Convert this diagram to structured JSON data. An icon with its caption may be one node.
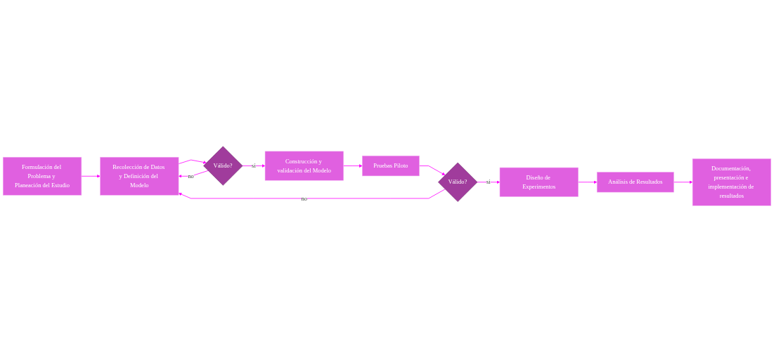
{
  "diagram": {
    "nodes": [
      {
        "text": [
          "Formulación del Problema y Planeación del Estudio"
        ]
      },
      {
        "text": [
          "Recolección de Datos y Definición del Modelo"
        ]
      },
      {
        "text": [
          "Válido?"
        ]
      },
      {
        "text": [
          "Construcción y validación del Modelo"
        ]
      },
      {
        "text": [
          "Pruebas Piloto"
        ]
      },
      {
        "text": [
          "Documentación, presentación e implementación de resultados"
        ]
      },
      {
        "text": [
          "Análisis de Resultados"
        ]
      },
      {
        "text": [
          "Diseño de Experimentos"
        ]
      },
      {
        "text": [
          "Válido?"
        ]
      }
    ],
    "edges": [
      {
        "from": 0,
        "to": 1,
        "arrow": "to"
      },
      {
        "from": 1,
        "to": 2,
        "arrow": "to"
      },
      {
        "from": 2,
        "to": 1,
        "arrow": "to",
        "label": "no"
      },
      {
        "from": 2,
        "to": 3,
        "arrow": "to",
        "label": "si"
      },
      {
        "from": 3,
        "to": 4,
        "arrow": "to"
      },
      {
        "from": 4,
        "to": 8,
        "arrow": "to"
      },
      {
        "from": 8,
        "to": 1,
        "arrow": "to",
        "label": "no"
      },
      {
        "from": 8,
        "to": 7,
        "arrow": "to",
        "label": "si"
      },
      {
        "from": 7,
        "to": 6,
        "arrow": "to"
      },
      {
        "from": 6,
        "to": 5,
        "arrow": "to"
      }
    ]
  }
}
